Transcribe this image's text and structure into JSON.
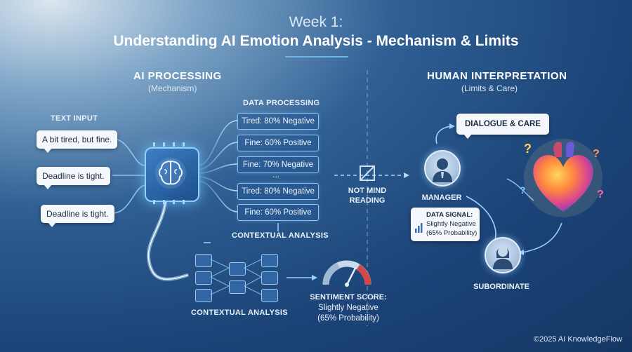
{
  "header": {
    "week": "Week 1:",
    "title": "Understanding AI Emotion Analysis - Mechanism & Limits"
  },
  "left": {
    "title": "AI PROCESSING",
    "subtitle": "(Mechanism)",
    "text_input_label": "TEXT INPUT",
    "inputs": [
      "A bit tired, but fine.",
      "Deadline is tight.",
      "Deadline is tight."
    ],
    "data_processing_label": "DATA PROCESSING",
    "data_rows": [
      "Tired: 80% Negative",
      "Fine: 60% Positive",
      "Fine: 70% Negative",
      "...",
      "Tired: 80% Negative",
      "Fine: 60% Positive"
    ],
    "contextual_label_top": "CONTEXTUAL ANALYSIS",
    "contextual_label_bottom": "CONTEXTUAL ANALYSIS",
    "sentiment_label": "SENTIMENT SCORE:",
    "sentiment_value": "Slightly Negative",
    "sentiment_prob": "(65% Probability)",
    "gauge_level": 0.65
  },
  "middle": {
    "line1": "NOT MIND",
    "line2": "READING"
  },
  "right": {
    "title": "HUMAN INTERPRETATION",
    "subtitle": "(Limits & Care)",
    "dialogue": "DIALOGUE & CARE",
    "manager": "MANAGER",
    "subordinate": "SUBORDINATE",
    "signal_title": "DATA SIGNAL:",
    "signal_value": "Slightly Negative",
    "signal_prob": "(65% Probability)"
  },
  "footer": {
    "copyright": "©2025 AI KnowledgeFlow"
  },
  "colors": {
    "accent": "#6fb3e8",
    "glow": "#8fd0ff",
    "gauge_red": "#d2494a"
  },
  "icons": [
    "brain-icon",
    "chip-icon",
    "gauge-icon",
    "person-icon",
    "heart-icon",
    "bar-chart-icon",
    "crossed-out-icon"
  ]
}
